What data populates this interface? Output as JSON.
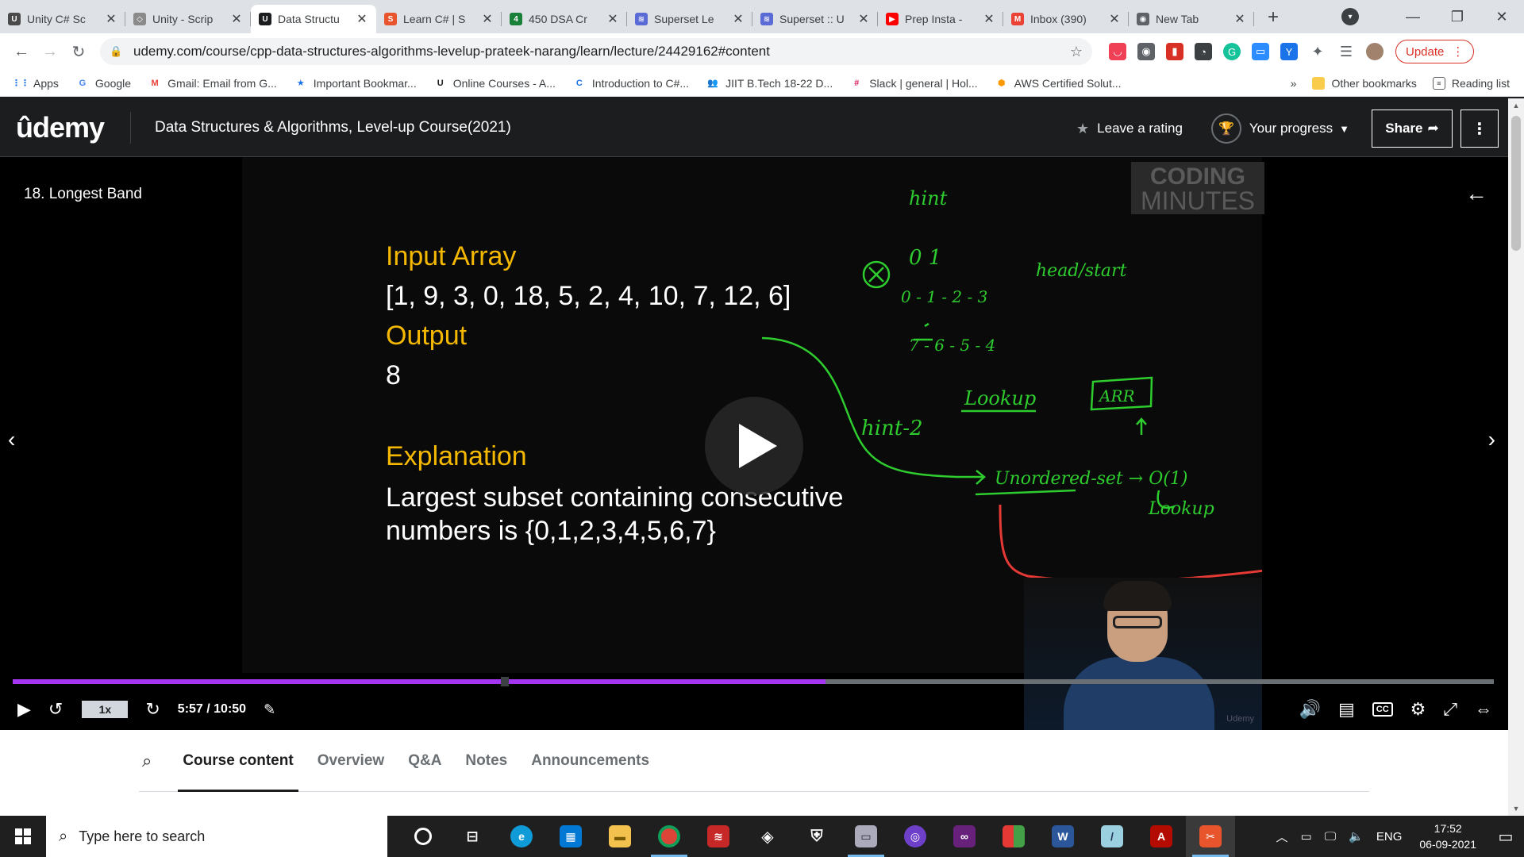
{
  "browser": {
    "tabs": [
      {
        "title": "Unity C# Sc",
        "fav": "U",
        "color": "#4a4a4a"
      },
      {
        "title": "Unity - Scrip",
        "fav": "◇",
        "color": "#8a8a8a"
      },
      {
        "title": "Data Structu",
        "fav": "U",
        "color": "#1c1d1f",
        "active": true
      },
      {
        "title": "Learn C# | S",
        "fav": "S",
        "color": "#e8542b"
      },
      {
        "title": "450 DSA Cr",
        "fav": "4",
        "color": "#188038"
      },
      {
        "title": "Superset Le",
        "fav": "≋",
        "color": "#5b6bd5"
      },
      {
        "title": "Superset :: U",
        "fav": "≋",
        "color": "#5b6bd5"
      },
      {
        "title": "Prep Insta -",
        "fav": "▶",
        "color": "#ff0000"
      },
      {
        "title": "Inbox (390)",
        "fav": "M",
        "color": "#ea4335"
      },
      {
        "title": "New Tab",
        "fav": "◉",
        "color": "#5f6368"
      }
    ],
    "url": "udemy.com/course/cpp-data-structures-algorithms-levelup-prateek-narang/learn/lecture/24429162#content",
    "update_label": "Update",
    "bookmarks": [
      {
        "label": "Apps",
        "icon": "⋮⋮",
        "color": "#1a73e8"
      },
      {
        "label": "Google",
        "icon": "G",
        "color": "#4285f4"
      },
      {
        "label": "Gmail: Email from G...",
        "icon": "M",
        "color": "#ea4335"
      },
      {
        "label": "Important Bookmar...",
        "icon": "★",
        "color": "#1a73e8"
      },
      {
        "label": "Online Courses - A...",
        "icon": "U",
        "color": "#1c1d1f"
      },
      {
        "label": "Introduction to C#...",
        "icon": "C",
        "color": "#1a73e8"
      },
      {
        "label": "JIIT B.Tech 18-22 D...",
        "icon": "👥",
        "color": "#5f6368"
      },
      {
        "label": "Slack | general | Hol...",
        "icon": "#",
        "color": "#e01e5a"
      },
      {
        "label": "AWS Certified Solut...",
        "icon": "⬢",
        "color": "#ff9900"
      }
    ],
    "other_bookmarks": "Other bookmarks",
    "reading_list": "Reading list",
    "overflow": "»"
  },
  "udemy": {
    "logo": "ûdemy",
    "course_title": "Data Structures & Algorithms, Level-up Course(2021)",
    "leave_rating": "Leave a rating",
    "your_progress": "Your progress",
    "share": "Share",
    "lecture_title": "18. Longest Band"
  },
  "slide": {
    "watermark_top": "CODING",
    "watermark_bottom": "MINUTES",
    "input_heading": "Input Array",
    "input_value": "[1, 9, 3, 0, 18, 5, 2, 4, 10, 7, 12, 6]",
    "output_heading": "Output",
    "output_value": "8",
    "explanation_heading": "Explanation",
    "explanation_line1": "Largest subset containing consecutive",
    "explanation_line2": "numbers is {0,1,2,3,4,5,6,7}",
    "notes": {
      "hint": "hint",
      "zero_one": "0   1",
      "chain1": "0 - 1 - 2 - 3",
      "chain2": "7 - 6 - 5 - 4",
      "head_start": "head/start",
      "hint2": "hint-2",
      "lookup": "Lookup",
      "arr": "ARR",
      "unordered": "Unordered-set → O(1)",
      "lookup2": "Lookup"
    },
    "presenter_watermark": "Udemy"
  },
  "player": {
    "speed": "1x",
    "time": "5:57 / 10:50",
    "progress_fraction": 0.549,
    "buffered_fraction": 0.332
  },
  "course_tabs": [
    {
      "label": "Course content",
      "active": true
    },
    {
      "label": "Overview"
    },
    {
      "label": "Q&A"
    },
    {
      "label": "Notes"
    },
    {
      "label": "Announcements"
    }
  ],
  "taskbar": {
    "search_placeholder": "Type here to search",
    "language": "ENG",
    "time": "17:52",
    "date": "06-09-2021"
  }
}
